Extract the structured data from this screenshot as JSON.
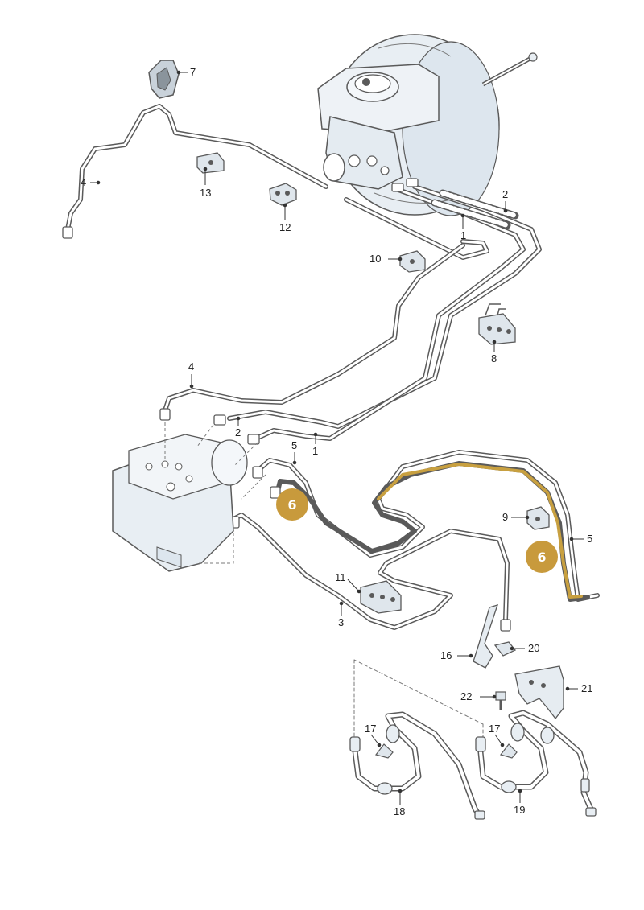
{
  "colors": {
    "line": "#6b6b6b",
    "pipe_fill": "#ffffff",
    "part_fill": "#e8eef3",
    "part_stroke": "#5a5a5a",
    "highlight": "#c8a040",
    "badge": "#c89a3c"
  },
  "callouts": {
    "c1a": "1",
    "c1b": "1",
    "c2a": "2",
    "c2b": "2",
    "c3": "3",
    "c4a": "4",
    "c4b": "4",
    "c5a": "5",
    "c5b": "5",
    "c7": "7",
    "c8": "8",
    "c9": "9",
    "c10": "10",
    "c11": "11",
    "c12": "12",
    "c13": "13",
    "c16": "16",
    "c17a": "17",
    "c17b": "17",
    "c18": "18",
    "c19": "19",
    "c20": "20",
    "c21": "21",
    "c22": "22"
  },
  "highlights": {
    "badge_a": "6",
    "badge_b": "6"
  },
  "icons": [
    "brake-booster-icon",
    "abs-unit-icon",
    "pipe-clip-icon",
    "grommet-icon",
    "bracket-icon",
    "bolt-icon"
  ]
}
